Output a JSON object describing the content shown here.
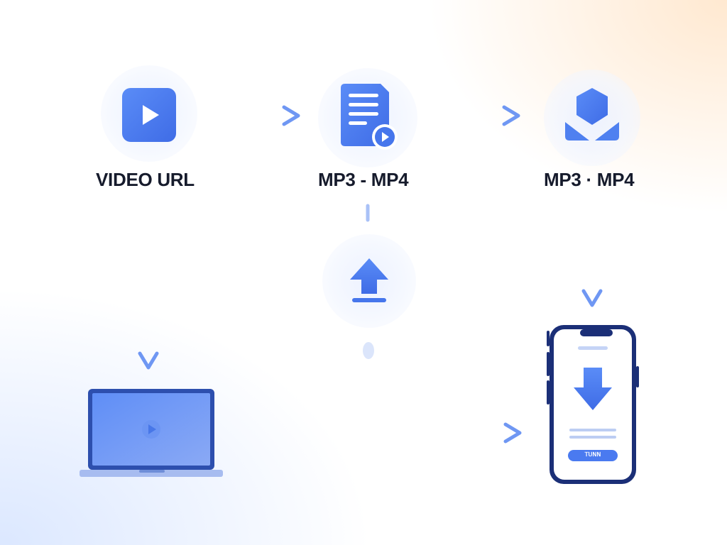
{
  "nodes": {
    "source": {
      "label": "VIDEO URL",
      "icon": "play-button-icon"
    },
    "convert": {
      "label": "MP3 - MP4",
      "icon": "document-with-play-icon"
    },
    "package": {
      "label": "MP3 · MP4",
      "icon": "package-icon"
    },
    "upload": {
      "icon": "upload-arrow-icon"
    },
    "laptop": {
      "icon": "laptop-icon"
    },
    "phone": {
      "icon": "smartphone-download-icon",
      "button_label": "𝖳𝖴𝖭𝖭"
    }
  },
  "colors": {
    "accent": "#4b7bf0",
    "accent_light": "#8eaef5",
    "dark": "#1b2f77",
    "text": "#161b2c"
  }
}
